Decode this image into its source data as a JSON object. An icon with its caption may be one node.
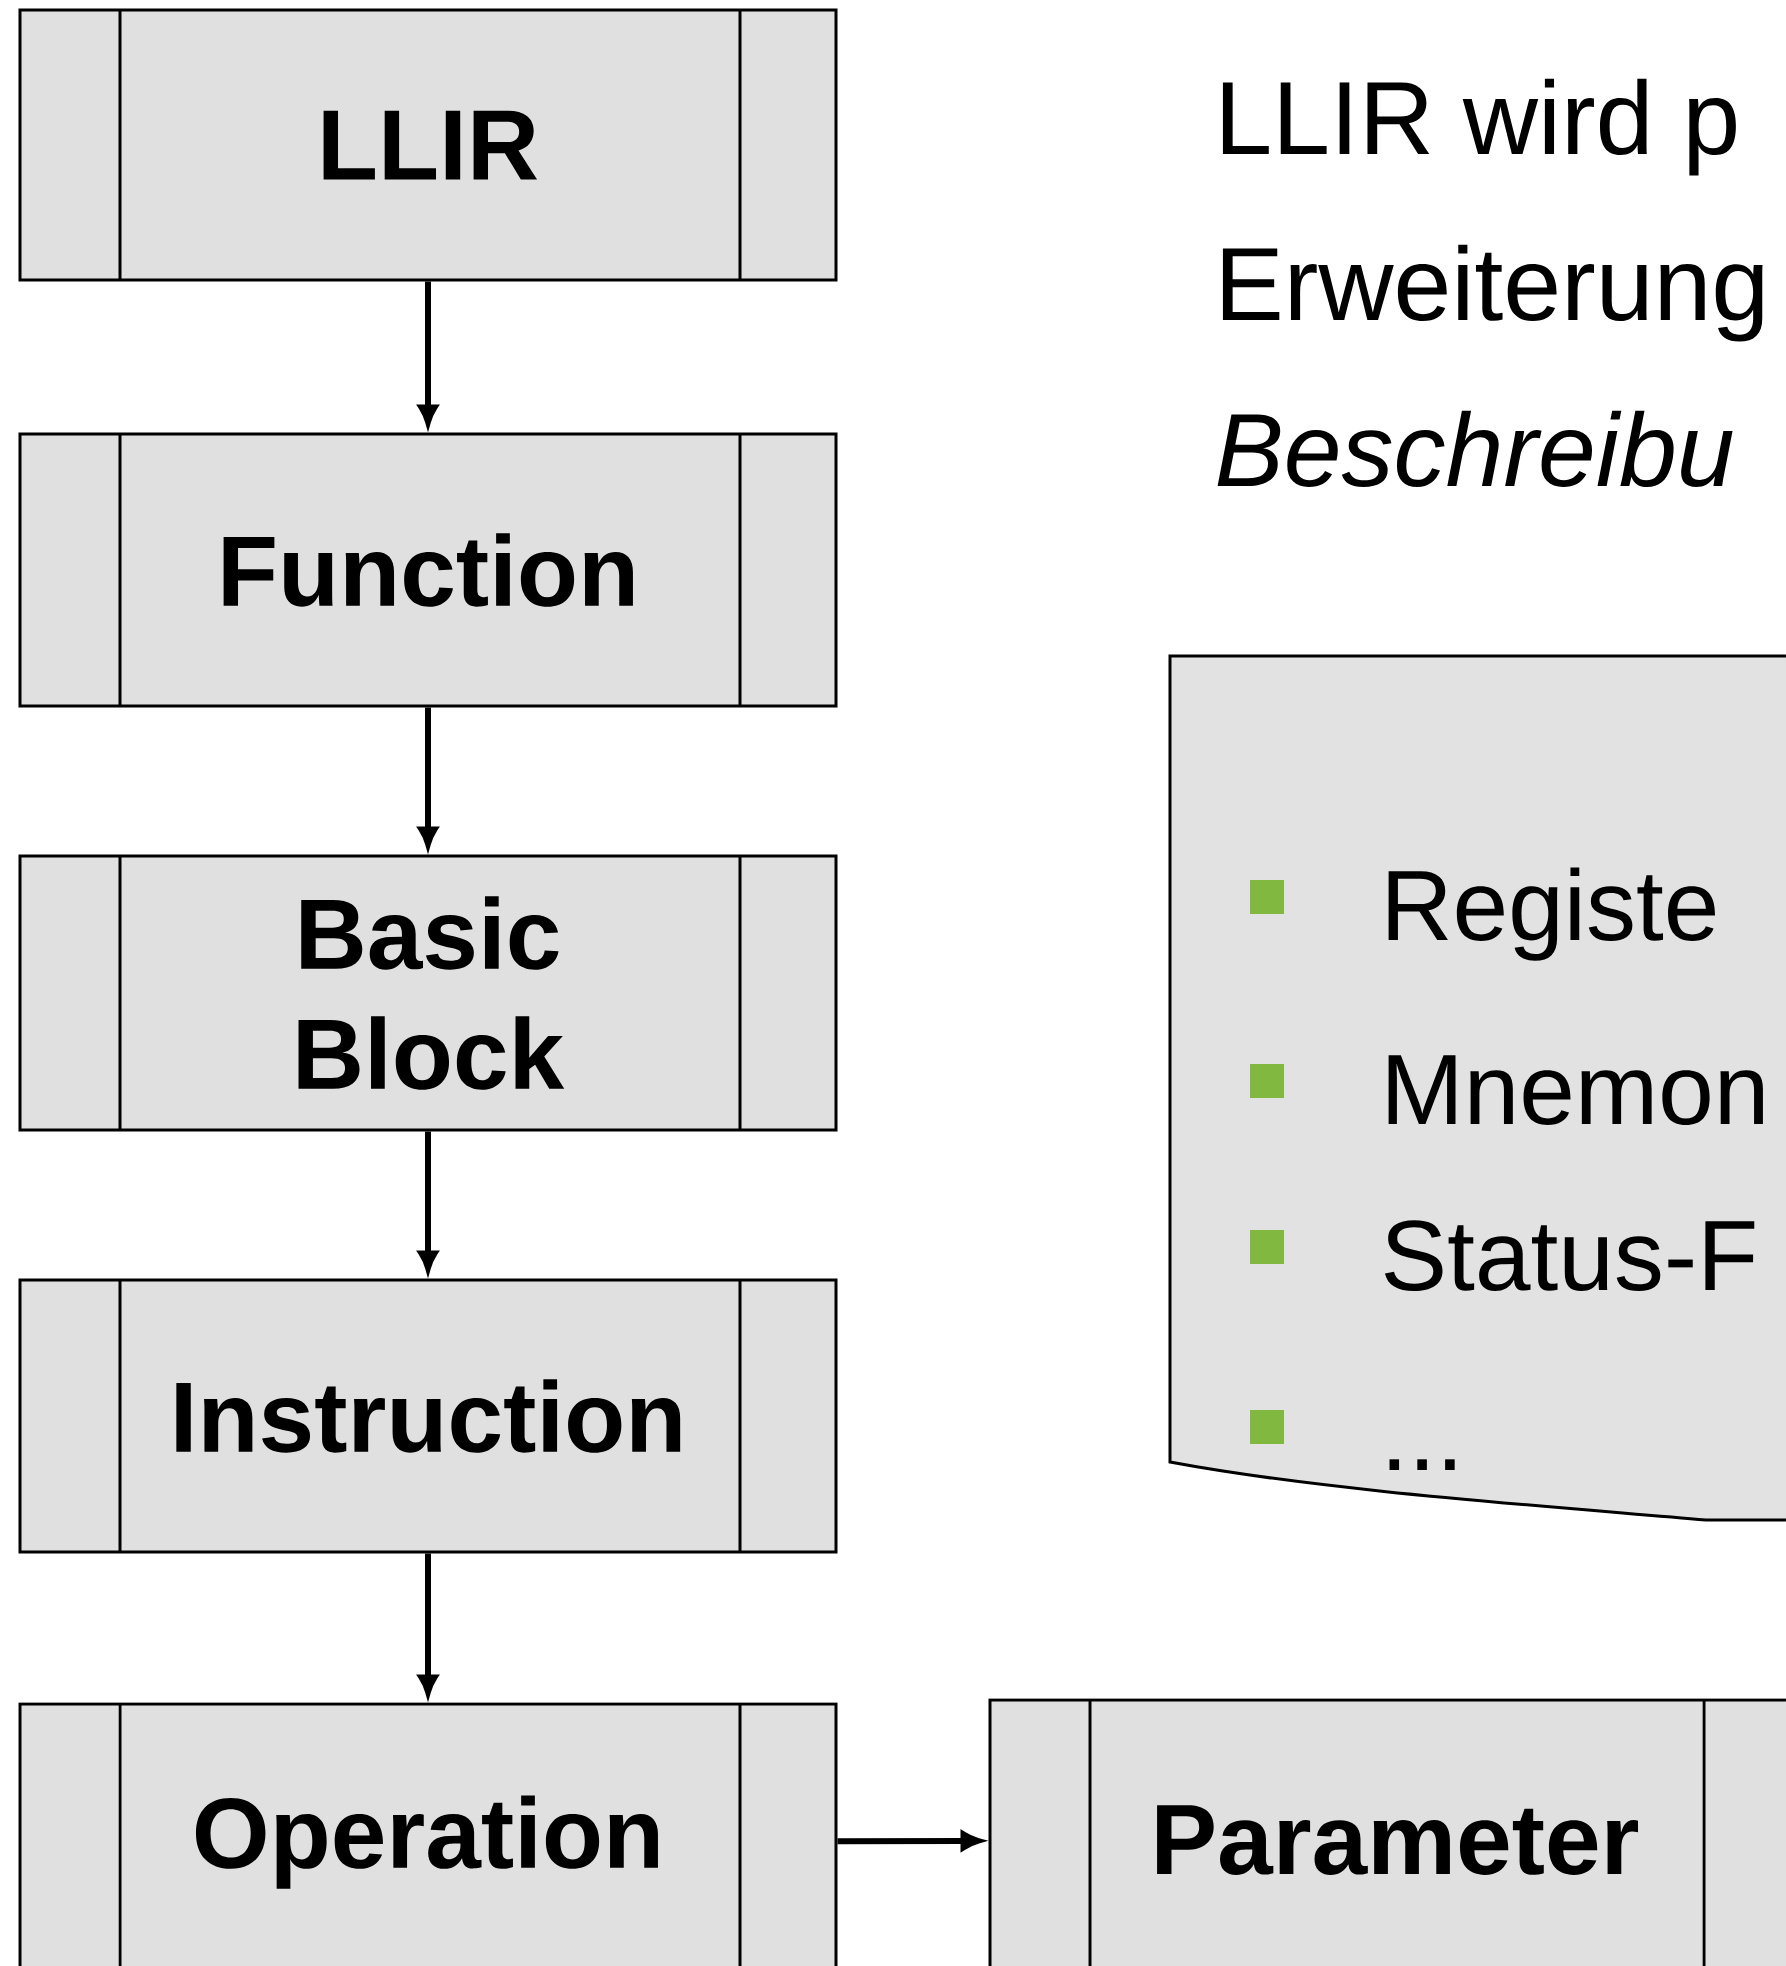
{
  "diagram": {
    "nodes": [
      {
        "text": [
          "LLIR"
        ]
      },
      {
        "text": [
          "Function"
        ]
      },
      {
        "text": [
          "Basic Block"
        ]
      },
      {
        "text": [
          "Instruction"
        ]
      },
      {
        "text": [
          "Operation"
        ]
      },
      {
        "text": [
          "Parameter"
        ]
      },
      {
        "text": [
          "Registe",
          "Mnemon",
          "Status-F",
          "..."
        ]
      }
    ],
    "edges": [
      {
        "from": 0,
        "to": 1,
        "arrow": "to"
      },
      {
        "from": 1,
        "to": 2,
        "arrow": "to"
      },
      {
        "from": 2,
        "to": 3,
        "arrow": "to"
      },
      {
        "from": 3,
        "to": 4,
        "arrow": "to"
      },
      {
        "from": 4,
        "to": 5,
        "arrow": "to"
      }
    ],
    "labels": [
      "LLIR wird p",
      "Erweiterung",
      "Beschreibu"
    ]
  }
}
